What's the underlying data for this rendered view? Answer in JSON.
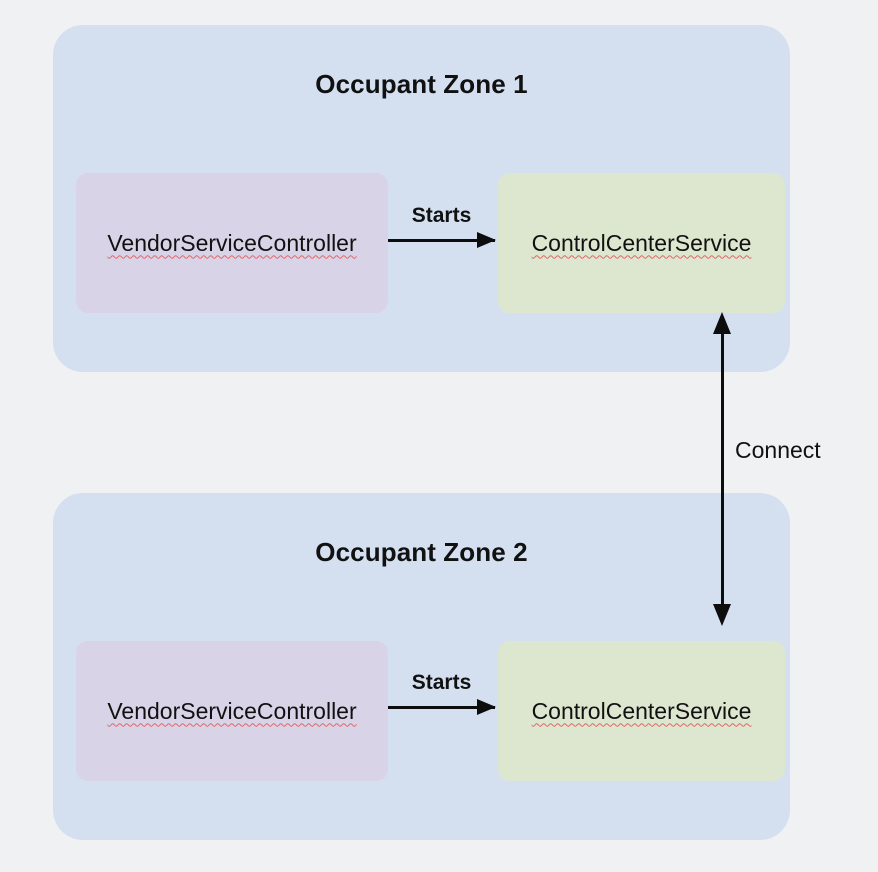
{
  "diagram": {
    "background_color": "#f0f1f3",
    "zone_color": "#d4e0f0",
    "vendor_box_color": "#d9d3e8",
    "control_box_color": "#dde7d0",
    "arrow_color": "#0d0d0d",
    "spellcheck_underline_color": "#e06666"
  },
  "zones": [
    {
      "title": "Occupant Zone 1",
      "nodes": {
        "vendor": "VendorServiceController",
        "control": "ControlCenterService"
      },
      "edge_label": "Starts"
    },
    {
      "title": "Occupant Zone 2",
      "nodes": {
        "vendor": "VendorServiceController",
        "control": "ControlCenterService"
      },
      "edge_label": "Starts"
    }
  ],
  "cross_zone_edge": {
    "label": "Connect",
    "direction": "bidirectional",
    "from": "ControlCenterService (Occupant Zone 1)",
    "to": "ControlCenterService (Occupant Zone 2)"
  }
}
